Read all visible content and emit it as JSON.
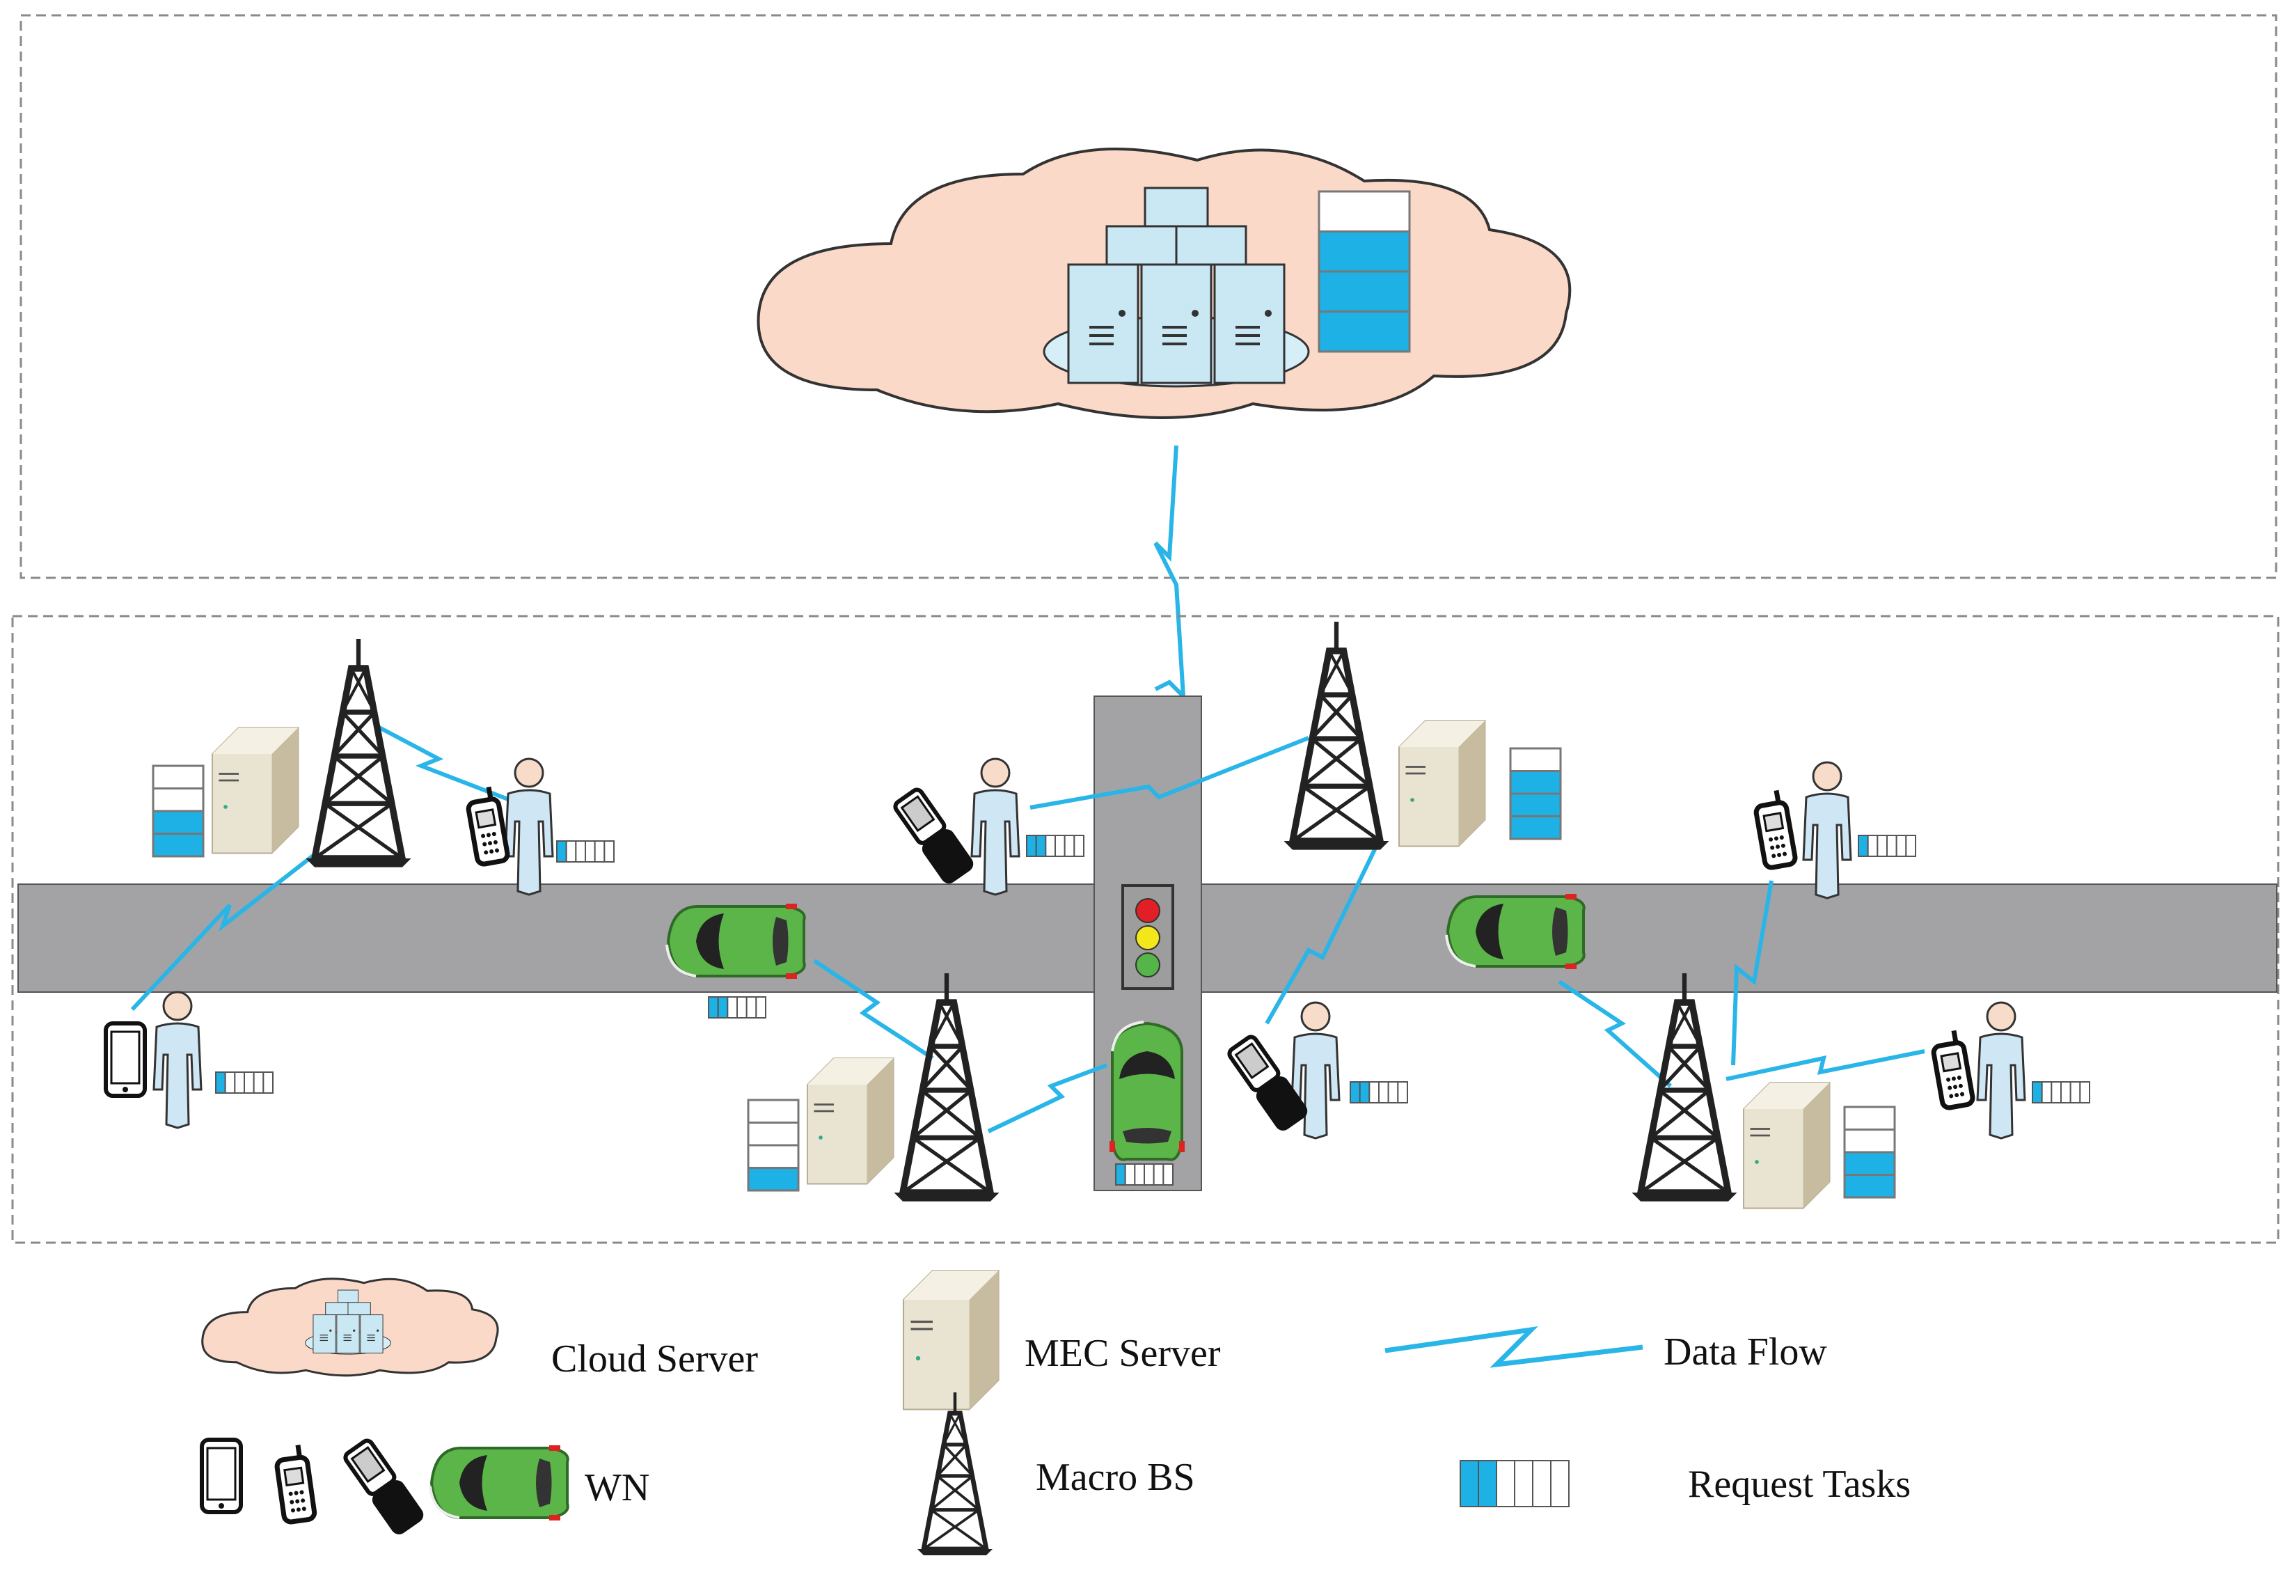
{
  "colors": {
    "cloud_fill": "#fbd9c8",
    "server_rack": "#c9e8f3",
    "task_blue": "#1eb1e6",
    "road": "#a3a3a5",
    "data_flow": "#29b5e8",
    "car_green": "#5cb548",
    "person": "#cfe6f4",
    "mec_beige": "#ddd3bd",
    "tower": "#222222",
    "light_red": "#e21f26",
    "light_yellow": "#f3e61b",
    "light_green": "#55b548"
  },
  "icons": [
    "cloud-server-icon",
    "mec-server-icon",
    "macro-bs-icon",
    "data-flow-icon",
    "request-tasks-icon",
    "smartphone-icon",
    "feature-phone-icon",
    "flip-phone-icon",
    "car-icon",
    "person-icon",
    "traffic-light-icon"
  ],
  "legend": {
    "cloud_server": "Cloud Server",
    "mec_server": "MEC Server",
    "data_flow": "Data Flow",
    "wn": "WN",
    "macro_bs": "Macro BS",
    "request_tasks": "Request Tasks"
  },
  "queues": {
    "cloud": {
      "slots": 4,
      "filled": 3
    },
    "mec_top_left": {
      "slots": 4,
      "filled": 2
    },
    "mec_top_right": {
      "slots": 4,
      "filled": 3
    },
    "mec_bottom_left": {
      "slots": 4,
      "filled": 1
    },
    "mec_bottom_right": {
      "slots": 4,
      "filled": 2
    },
    "task_legend": {
      "slots": 6,
      "filled": 2
    },
    "task_person_tl": {
      "slots": 6,
      "filled": 1
    },
    "task_person_tc": {
      "slots": 6,
      "filled": 2
    },
    "task_person_tr": {
      "slots": 6,
      "filled": 1
    },
    "task_person_bl": {
      "slots": 6,
      "filled": 1
    },
    "task_car_left": {
      "slots": 6,
      "filled": 2
    },
    "task_car_road": {
      "slots": 6,
      "filled": 1
    },
    "task_person_bc": {
      "slots": 6,
      "filled": 2
    },
    "task_person_br": {
      "slots": 6,
      "filled": 1
    }
  }
}
